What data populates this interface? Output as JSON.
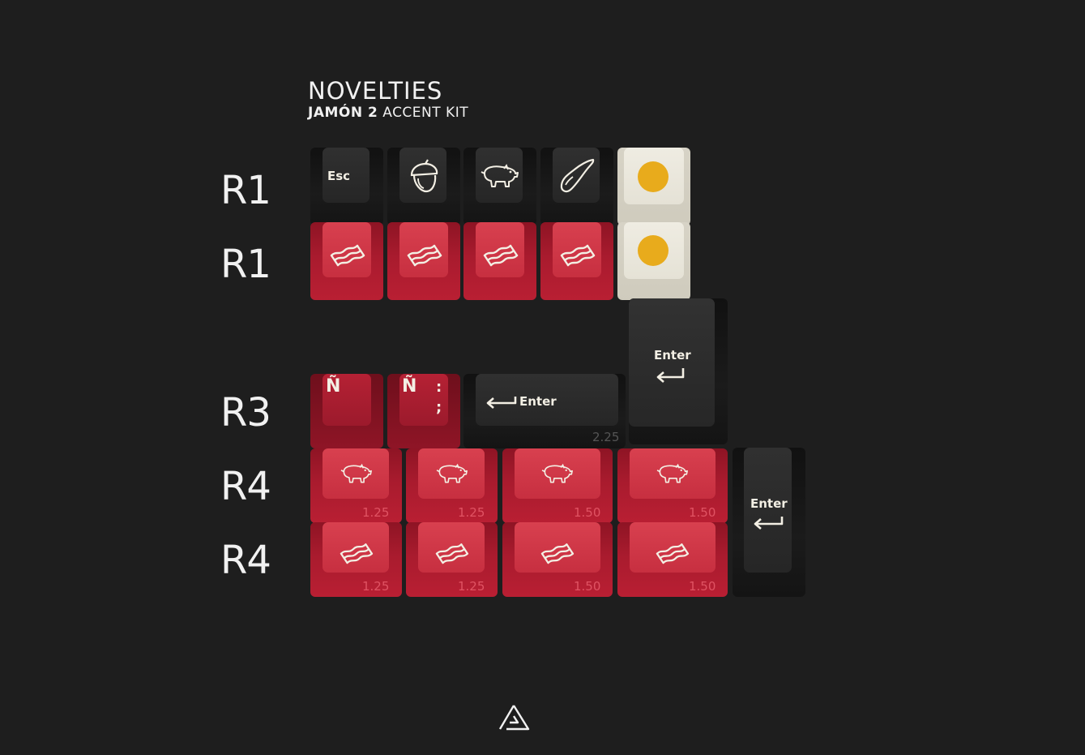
{
  "header": {
    "title": "NOVELTIES",
    "subtitle_bold": "JAMÓN 2",
    "subtitle_rest": " ACCENT KIT"
  },
  "rows": [
    "R1",
    "R1",
    "R3",
    "R4",
    "R4"
  ],
  "legends": {
    "esc": "Esc",
    "enter": "Enter",
    "enye": "Ñ",
    "colon": ":",
    "semicolon": ";"
  },
  "sizes": {
    "enter_wide": "2.25",
    "k125": "1.25",
    "k150": "1.50"
  },
  "colors": {
    "background": "#1e1e1e",
    "red": "#c72f40",
    "black": "#262626",
    "cream": "#e5e2d6",
    "yolk": "#e8ab1c"
  },
  "icons": [
    "acorn-icon",
    "pig-icon",
    "ham-leg-icon",
    "bacon-icon",
    "egg-yolk-icon",
    "enter-arrow-icon",
    "brand-logo-icon"
  ]
}
